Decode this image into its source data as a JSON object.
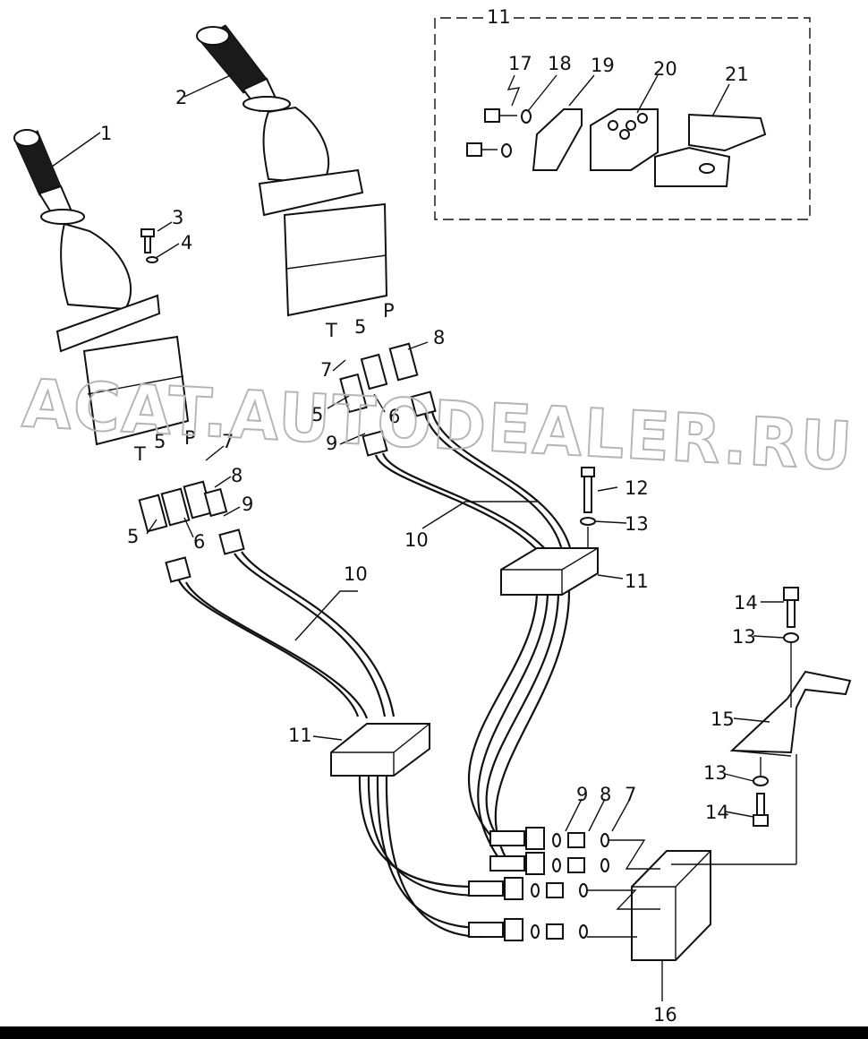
{
  "watermark": "ACAT.AUTODEALER.RU",
  "callouts": {
    "c1": "1",
    "c2": "2",
    "c3": "3",
    "c4": "4",
    "c5a": "5",
    "c5b": "5",
    "c5c": "5",
    "c5d": "5",
    "c6a": "6",
    "c6b": "6",
    "c7a": "7",
    "c7b": "7",
    "c7c": "7",
    "c8a": "8",
    "c8b": "8",
    "c8c": "8",
    "c9a": "9",
    "c9b": "9",
    "c9c": "9",
    "c10a": "10",
    "c10b": "10",
    "c11a": "11",
    "c11b": "11",
    "c11c": "11",
    "c12": "12",
    "c13a": "13",
    "c13b": "13",
    "c13c": "13",
    "c14a": "14",
    "c14b": "14",
    "c15": "15",
    "c16": "16",
    "c17": "17",
    "c18": "18",
    "c19": "19",
    "c20": "20",
    "c21": "21"
  },
  "port_marks": {
    "pa": "P",
    "pb": "P",
    "ta": "T",
    "tb": "T"
  }
}
